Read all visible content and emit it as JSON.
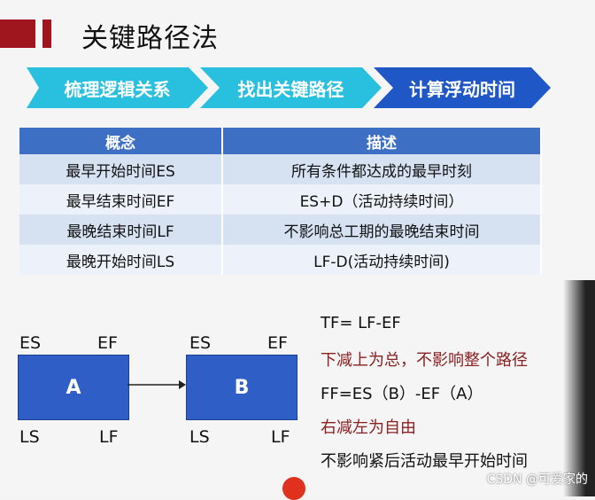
{
  "title": "关键路径法",
  "steps": [
    "梳理逻辑关系",
    "找出关键路径",
    "计算浮动时间"
  ],
  "colors": {
    "step_cyan": "#29c0df",
    "step_navy": "#1f57c7",
    "header_blue": "#3d6fc4",
    "accent_red": "#a0161e"
  },
  "table": {
    "headers": [
      "概念",
      "描述"
    ],
    "rows": [
      [
        "最早开始时间ES",
        "所有条件都达成的最早时刻"
      ],
      [
        "最早结束时间EF",
        "ES+D（活动持续时间）"
      ],
      [
        "最晚结束时间LF",
        "不影响总工期的最晚结束时间"
      ],
      [
        "最晚开始时间LS",
        "LF-D(活动持续时间)"
      ]
    ]
  },
  "diagram": {
    "nodes": [
      {
        "name": "A",
        "es": "ES",
        "ef": "EF",
        "ls": "LS",
        "lf": "LF"
      },
      {
        "name": "B",
        "es": "ES",
        "ef": "EF",
        "ls": "LS",
        "lf": "LF"
      }
    ]
  },
  "notes": [
    "TF= LF-EF",
    "下减上为总，不影响整个路径",
    "FF=ES（B）-EF（A）",
    "右减左为自由",
    "不影响紧后活动最早开始时间"
  ],
  "watermark": "CSDN @可爱家的"
}
